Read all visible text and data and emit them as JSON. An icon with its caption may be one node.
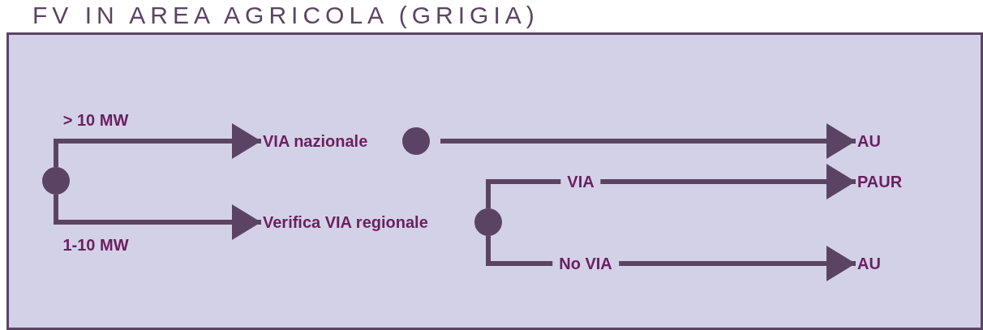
{
  "diagram": {
    "title": "FV IN AREA AGRICOLA (GRIGIA)",
    "nodes": [
      {
        "text": [],
        "shape": "circle"
      },
      {
        "text": [
          "VIA nazionale"
        ]
      },
      {
        "text": [],
        "shape": "circle"
      },
      {
        "text": [
          "AU"
        ]
      },
      {
        "text": [
          "Verifica VIA regionale"
        ]
      },
      {
        "text": [],
        "shape": "circle"
      },
      {
        "text": [
          "PAUR"
        ]
      },
      {
        "text": [
          "AU"
        ]
      }
    ],
    "edges": [
      {
        "from": 0,
        "to": 1,
        "arrow": "to",
        "label": "> 10 MW"
      },
      {
        "from": 0,
        "to": 4,
        "arrow": "to",
        "label": "1-10 MW"
      },
      {
        "from": 2,
        "to": 3,
        "arrow": "to"
      },
      {
        "from": 5,
        "to": 6,
        "arrow": "to",
        "label": "VIA"
      },
      {
        "from": 5,
        "to": 7,
        "arrow": "to",
        "label": "No VIA"
      }
    ]
  }
}
